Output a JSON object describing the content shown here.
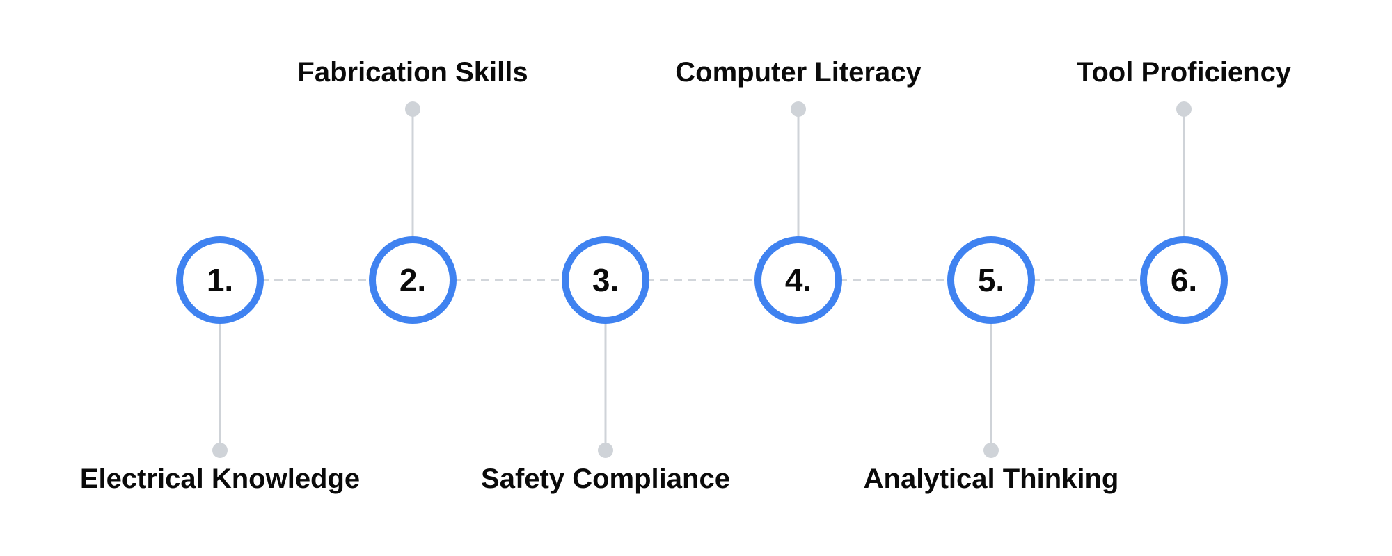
{
  "diagram": {
    "accent_color": "#3f82f0",
    "connector_color": "#cfd3d8",
    "steps": [
      {
        "number": "1.",
        "label": "Electrical Knowledge",
        "label_side": "below"
      },
      {
        "number": "2.",
        "label": "Fabrication Skills",
        "label_side": "above"
      },
      {
        "number": "3.",
        "label": "Safety Compliance",
        "label_side": "below"
      },
      {
        "number": "4.",
        "label": "Computer Literacy",
        "label_side": "above"
      },
      {
        "number": "5.",
        "label": "Analytical Thinking",
        "label_side": "below"
      },
      {
        "number": "6.",
        "label": "Tool Proficiency",
        "label_side": "above"
      }
    ]
  }
}
